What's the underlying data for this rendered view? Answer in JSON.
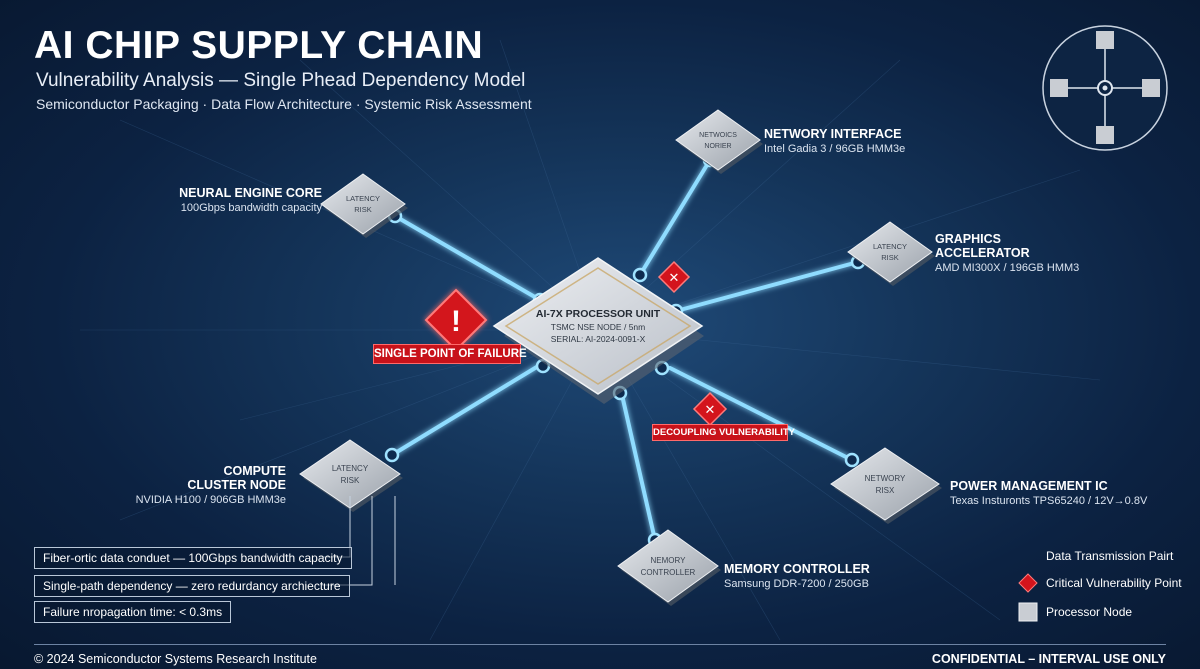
{
  "header": {
    "title": "AI CHIP SUPPLY CHAIN",
    "subtitle": "Vulnerability Analysis — Single Phead Dependency Model",
    "tagline": "Semiconductor Packaging · Data Flow Architecture · Systemic Risk Assessment"
  },
  "hub": {
    "name": "AI-7X PROCESSOR UNIT",
    "line1": "TSMC NSE NODE / 5nm",
    "line2": "SERIAL: AI-2024-0091-X"
  },
  "nodes": {
    "neural": {
      "chip_line1": "LATENCY",
      "chip_line2": "RISK",
      "label": "NEURAL ENGINE CORE",
      "spec": "100Gbps bandwidth capacity"
    },
    "network": {
      "chip_line1": "NETWOICS",
      "chip_line2": "NORIER",
      "label": "NETWORY INTERFACE",
      "spec": "Intel Gadia 3 / 96GB HMM3e"
    },
    "graphics": {
      "chip_line1": "LATENCY",
      "chip_line2": "RISK",
      "label_line1": "GRAPHICS",
      "label_line2": "ACCELERATOR",
      "spec": "AMD MI300X / 196GB HMM3"
    },
    "compute": {
      "chip_line1": "LATENCY",
      "chip_line2": "RISK",
      "label_line1": "COMPUTE",
      "label_line2": "CLUSTER NODE",
      "spec": "NVIDIA H100  / 906GB HMM3e"
    },
    "memory": {
      "chip_line1": "NEMORY",
      "chip_line2": "CONTROLLER",
      "label": "MEMORY CONTROLLER",
      "spec": "Samsung DDR-7200 / 250GB"
    },
    "power": {
      "chip_line1": "NETWORY",
      "chip_line2": "RISX",
      "label": "POWER MANAGEMENT IC",
      "spec": "Texas Insturonts TPS65240 / 12V→0.8V"
    }
  },
  "warnings": {
    "spof": "SINGLE POINT OF FAILURE",
    "decoupling": "DECOUPLING VULNERABILITY",
    "spof_glyph": "!",
    "x_glyph": "✕"
  },
  "callouts": [
    "Fiber-ortic data conduet — 100Gbps bandwidth capacity",
    "Single-path dependency — zero redurdancy archiecture",
    "Failure nropagation time: < 0.3ms"
  ],
  "legend": {
    "transmission": "Data Transmission Pairt",
    "critical": "Critical Vulnerability Point",
    "processor": "Processor Node"
  },
  "footer": {
    "left": "© 2024 Semiconductor Systems Research Institute",
    "right": "CONFIDENTIAL – INTERVAL USE ONLY"
  },
  "colors": {
    "background": "#0b1f3a",
    "link": "#7fd4ff",
    "critical": "#d3141c",
    "chip": "#c9cdd3"
  }
}
